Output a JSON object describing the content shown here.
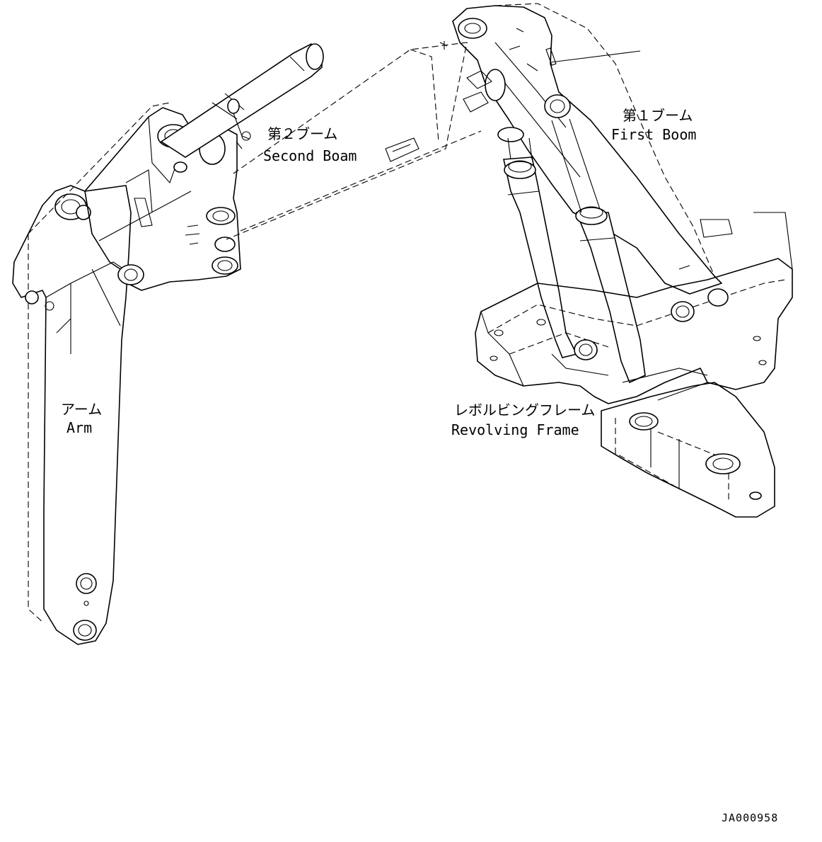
{
  "labels": {
    "second_boom_jp": "第２ブーム",
    "second_boom_en": "Second Boam",
    "first_boom_jp": "第１ブーム",
    "first_boom_en": "First Boom",
    "arm_jp": "アーム",
    "arm_en": "Arm",
    "revolving_frame_jp": "レボルビングフレーム",
    "revolving_frame_en": "Revolving Frame"
  },
  "drawing_code": "JA000958"
}
